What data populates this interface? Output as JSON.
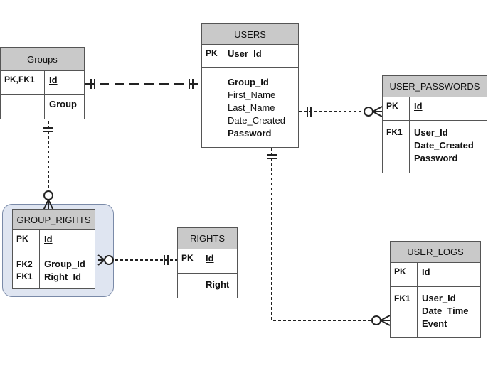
{
  "entities": {
    "groups": {
      "title": "Groups",
      "rows": [
        {
          "keys": [
            "PK,FK1"
          ],
          "fields": [
            "Id"
          ]
        },
        {
          "keys": [
            ""
          ],
          "fields": [
            "Group"
          ]
        }
      ]
    },
    "users": {
      "title": "USERS",
      "rows": [
        {
          "keys": [
            "PK"
          ],
          "fields": [
            "User_Id"
          ]
        },
        {
          "keys": [
            ""
          ],
          "fields": [
            "Group_Id",
            "First_Name",
            "Last_Name",
            "Date_Created",
            "Password"
          ]
        }
      ]
    },
    "user_passwords": {
      "title": "USER_PASSWORDS",
      "rows": [
        {
          "keys": [
            "PK"
          ],
          "fields": [
            "Id"
          ]
        },
        {
          "keys": [
            "FK1"
          ],
          "fields": [
            "User_Id",
            "Date_Created",
            "Password"
          ]
        }
      ]
    },
    "group_rights": {
      "title": "GROUP_RIGHTS",
      "rows": [
        {
          "keys": [
            "PK"
          ],
          "fields": [
            "Id"
          ]
        },
        {
          "keys": [
            "FK2",
            "FK1"
          ],
          "fields": [
            "Group_Id",
            "Right_Id"
          ]
        }
      ]
    },
    "rights": {
      "title": "RIGHTS",
      "rows": [
        {
          "keys": [
            "PK"
          ],
          "fields": [
            "Id"
          ]
        },
        {
          "keys": [
            ""
          ],
          "fields": [
            "Right"
          ]
        }
      ]
    },
    "user_logs": {
      "title": "USER_LOGS",
      "rows": [
        {
          "keys": [
            "PK"
          ],
          "fields": [
            "Id"
          ]
        },
        {
          "keys": [
            "FK1"
          ],
          "fields": [
            "User_Id",
            "Date_Time",
            "Event"
          ]
        }
      ]
    }
  },
  "relationships": [
    {
      "from": "groups",
      "to": "users",
      "from_end": "one-and-only-one",
      "to_end": "one-and-only-one"
    },
    {
      "from": "users",
      "to": "user_passwords",
      "from_end": "one",
      "to_end": "zero-or-many"
    },
    {
      "from": "groups",
      "to": "group_rights",
      "from_end": "one",
      "to_end": "zero-or-many"
    },
    {
      "from": "rights",
      "to": "group_rights",
      "from_end": "one",
      "to_end": "zero-or-many"
    },
    {
      "from": "users",
      "to": "user_logs",
      "from_end": "one",
      "to_end": "zero-or-many"
    }
  ],
  "colors": {
    "header": "#c9c9c9",
    "border": "#555555",
    "highlight_frame": "#dfe5f1",
    "line": "#222222"
  }
}
